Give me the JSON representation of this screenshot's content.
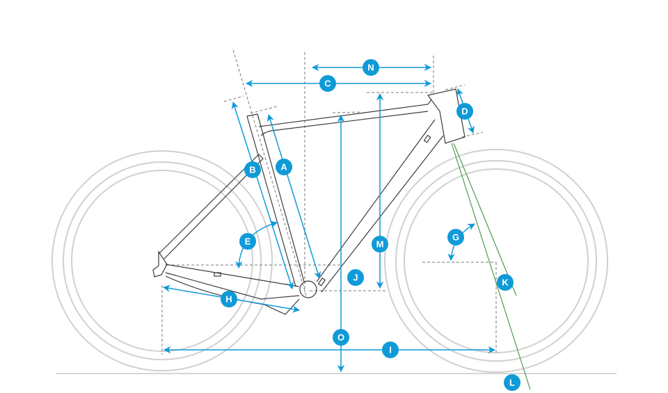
{
  "diagram": {
    "title": "Bike frame geometry",
    "colors": {
      "dimension": "#0f9ad8",
      "frame": "#3a3a3a",
      "wheel": "#cfcfcf",
      "guide": "#777777",
      "fork_axis": "#4e9a4e"
    },
    "labels": {
      "A": "A",
      "B": "B",
      "C": "C",
      "D": "D",
      "E": "E",
      "G": "G",
      "H": "H",
      "I": "I",
      "J": "J",
      "K": "K",
      "L": "L",
      "M": "M",
      "N": "N",
      "O": "O"
    }
  }
}
